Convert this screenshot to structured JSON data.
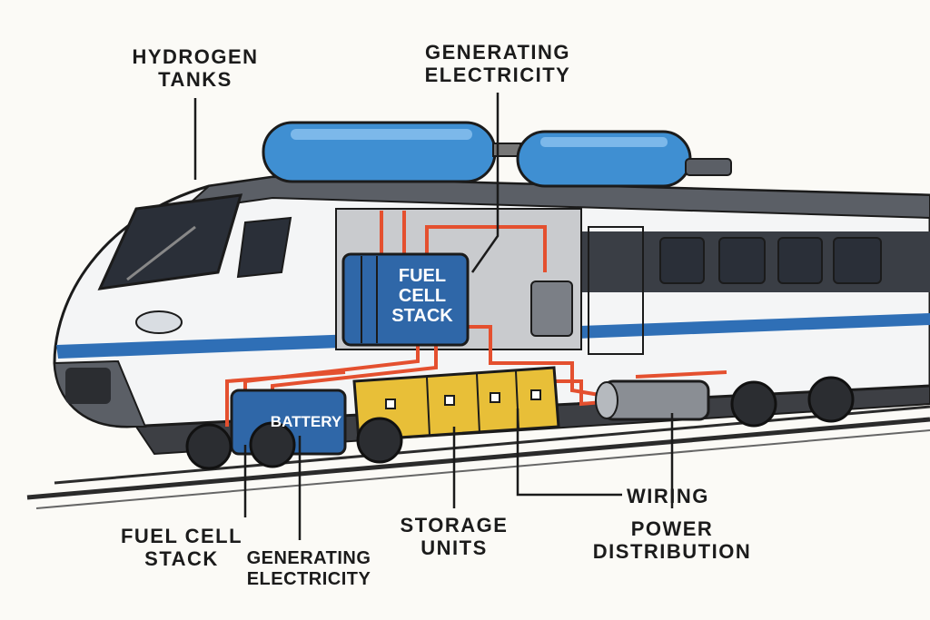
{
  "labels": {
    "hydrogen_tanks": [
      "HYDROGEN",
      "TANKS"
    ],
    "generating_top": [
      "GENERATING",
      "ELECTRICITY"
    ],
    "fuel_cell_box": [
      "FUEL",
      "CELL",
      "STACK"
    ],
    "battery_box": "BATTERY",
    "fuel_cell_bottom": [
      "FUEL CELL",
      "STACK"
    ],
    "generating_bottom": [
      "GENERATING",
      "ELECTRICITY"
    ],
    "storage_units": [
      "STORAGE",
      "UNITS"
    ],
    "wiring": "WIRING",
    "power_distribution": [
      "POWER",
      "DISTRIBUTION"
    ]
  },
  "colors": {
    "background": "#fbfaf6",
    "tank_blue": "#3f8fd2",
    "stack_blue": "#2f67a8",
    "storage_yellow": "#e8bf38",
    "wire_red": "#e4502f",
    "stripe_blue": "#2f6fb6"
  }
}
